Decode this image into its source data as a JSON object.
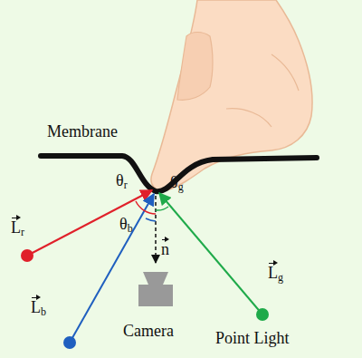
{
  "diagram": {
    "labels": [
      "Membrane",
      "θr",
      "θg",
      "θb",
      "n",
      "Lr",
      "Lb",
      "Camera",
      "Lg",
      "Point Light"
    ]
  }
}
